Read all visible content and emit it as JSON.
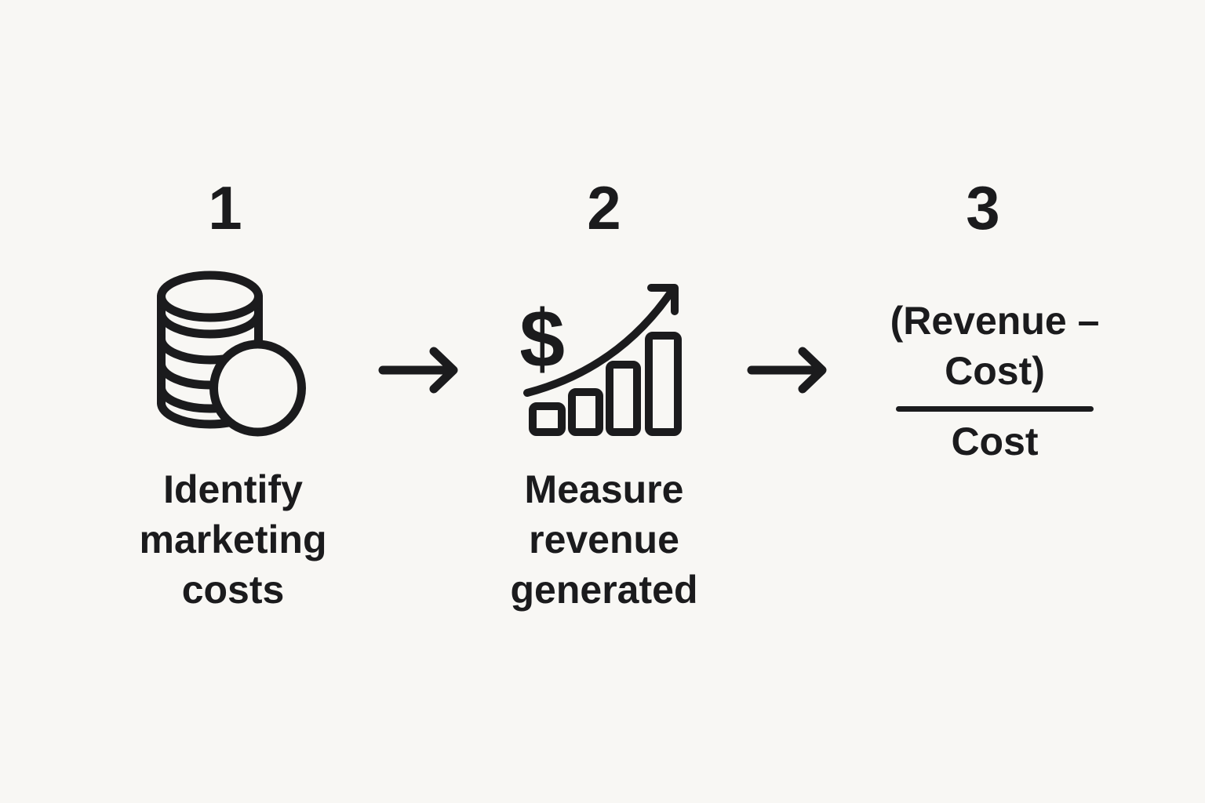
{
  "canvas": {
    "background_color": "#f8f7f4",
    "ink_color": "#1b1b1d",
    "description": "Three-step ROI process diagram"
  },
  "steps": [
    {
      "number": "1",
      "icon": "coin-stack-icon",
      "label": "Identify marketing costs"
    },
    {
      "number": "2",
      "icon": "revenue-growth-chart-icon",
      "icon_text": "$",
      "label": "Measure revenue generated"
    },
    {
      "number": "3",
      "formula": {
        "numerator": "(Revenue – Cost)",
        "denominator": "Cost"
      }
    }
  ],
  "connectors": [
    {
      "icon": "arrow-right-icon"
    },
    {
      "icon": "arrow-right-icon"
    }
  ]
}
